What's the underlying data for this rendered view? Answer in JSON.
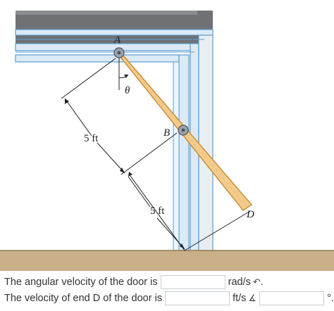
{
  "figure": {
    "labels": {
      "A": "A",
      "B": "B",
      "D": "D",
      "theta": "θ",
      "dim1": "5 ft",
      "dim2": "5 ft"
    },
    "colors": {
      "ceiling": "#6f7175",
      "frame": "#5a9ed1",
      "frame_fill": "#dbeaf6",
      "door": "#f3cc8c",
      "door_edge": "#c98f3c",
      "floor": "#c9b089",
      "pin": "#9aa3ad"
    }
  },
  "questions": [
    {
      "prefix": "The angular velocity of the door is",
      "unit": "rad/s",
      "dir_icon": "counterclockwise-arrow-icon",
      "suffix": "."
    },
    {
      "prefix": "The velocity of end D of the door is",
      "unit": "ft/s",
      "dir_icon": "angle-icon",
      "suffix": "°."
    }
  ]
}
